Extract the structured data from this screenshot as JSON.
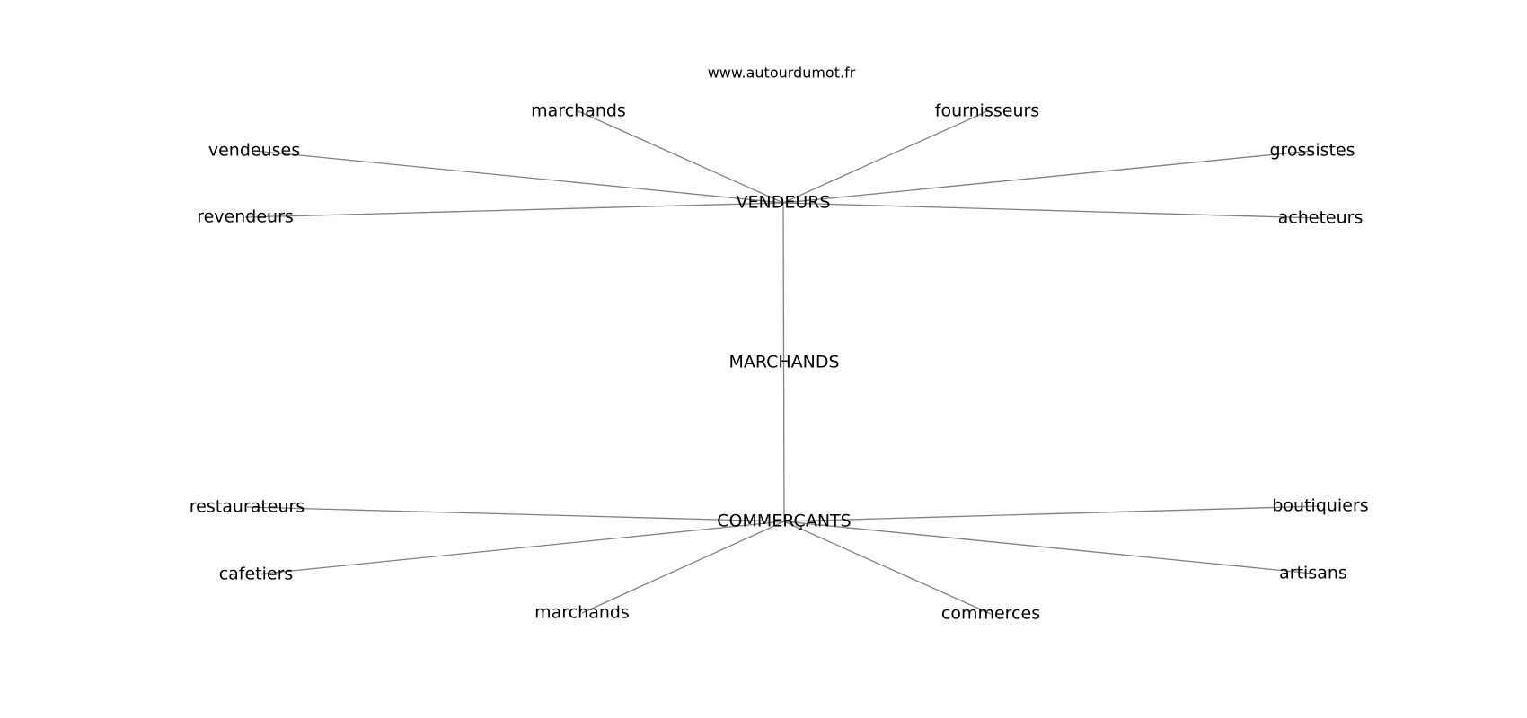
{
  "watermark": "www.autourdumot.fr",
  "edge_color": "#808080",
  "nodes": [
    {
      "id": "marchands_center",
      "label": "MARCHANDS"
    },
    {
      "id": "vendeurs",
      "label": "VENDEURS"
    },
    {
      "id": "commercants",
      "label": "COMMERÇANTS"
    },
    {
      "id": "marchands_top",
      "label": "marchands"
    },
    {
      "id": "fournisseurs",
      "label": "fournisseurs"
    },
    {
      "id": "vendeuses",
      "label": "vendeuses"
    },
    {
      "id": "grossistes",
      "label": "grossistes"
    },
    {
      "id": "revendeurs",
      "label": "revendeurs"
    },
    {
      "id": "acheteurs",
      "label": "acheteurs"
    },
    {
      "id": "restaurateurs",
      "label": "restaurateurs"
    },
    {
      "id": "boutiquiers",
      "label": "boutiquiers"
    },
    {
      "id": "cafetiers",
      "label": "cafetiers"
    },
    {
      "id": "artisans",
      "label": "artisans"
    },
    {
      "id": "marchands_bottom",
      "label": "marchands"
    },
    {
      "id": "commerces",
      "label": "commerces"
    }
  ],
  "edges": [
    [
      "vendeurs",
      "commercants"
    ],
    [
      "vendeurs",
      "marchands_top"
    ],
    [
      "vendeurs",
      "fournisseurs"
    ],
    [
      "vendeurs",
      "vendeuses"
    ],
    [
      "vendeurs",
      "grossistes"
    ],
    [
      "vendeurs",
      "revendeurs"
    ],
    [
      "vendeurs",
      "acheteurs"
    ],
    [
      "commercants",
      "restaurateurs"
    ],
    [
      "commercants",
      "boutiquiers"
    ],
    [
      "commercants",
      "cafetiers"
    ],
    [
      "commercants",
      "artisans"
    ],
    [
      "commercants",
      "marchands_bottom"
    ],
    [
      "commercants",
      "commerces"
    ]
  ]
}
